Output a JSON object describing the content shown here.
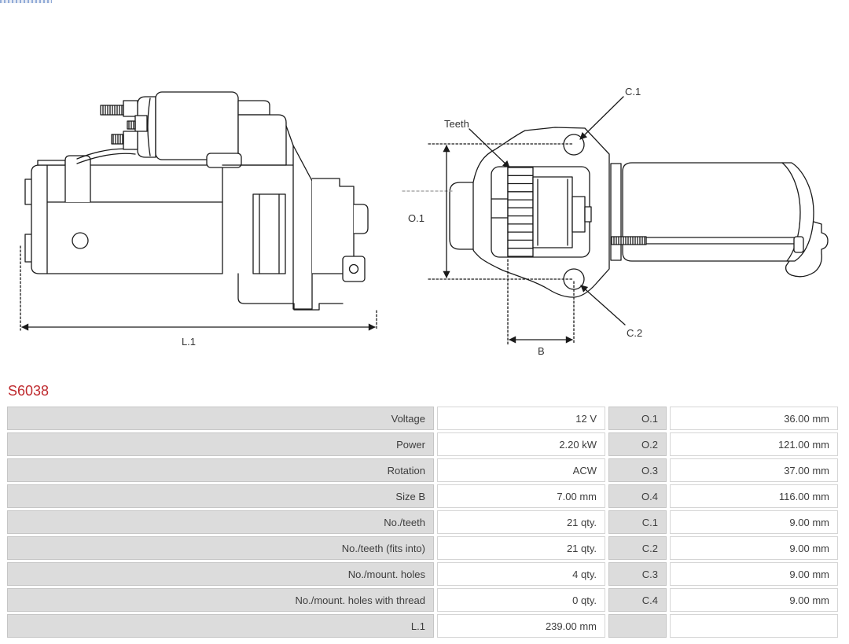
{
  "part_number": "S6038",
  "diagrams": {
    "side_view": {
      "length_label": "L.1"
    },
    "front_view": {
      "teeth_label": "Teeth",
      "hole_top_label": "C.1",
      "hole_bottom_label": "C.2",
      "height_label": "O.1",
      "pinion_width_label": "B"
    }
  },
  "spec_table": {
    "rows": [
      {
        "c1": "Voltage",
        "c2": "12 V",
        "c3": "O.1",
        "c4": "36.00 mm"
      },
      {
        "c1": "Power",
        "c2": "2.20 kW",
        "c3": "O.2",
        "c4": "121.00 mm"
      },
      {
        "c1": "Rotation",
        "c2": "ACW",
        "c3": "O.3",
        "c4": "37.00 mm"
      },
      {
        "c1": "Size B",
        "c2": "7.00 mm",
        "c3": "O.4",
        "c4": "116.00 mm"
      },
      {
        "c1": "No./teeth",
        "c2": "21 qty.",
        "c3": "C.1",
        "c4": "9.00 mm"
      },
      {
        "c1": "No./teeth (fits into)",
        "c2": "21 qty.",
        "c3": "C.2",
        "c4": "9.00 mm"
      },
      {
        "c1": "No./mount. holes",
        "c2": "4 qty.",
        "c3": "C.3",
        "c4": "9.00 mm"
      },
      {
        "c1": "No./mount. holes with thread",
        "c2": "0 qty.",
        "c3": "C.4",
        "c4": "9.00 mm"
      },
      {
        "c1": "L.1",
        "c2": "239.00 mm",
        "c3": "",
        "c4": ""
      }
    ]
  },
  "colors": {
    "part_number_red": "#bf2b2f",
    "row_label_bg": "#dcdcdc",
    "row_border": "#c6c6c6",
    "drawing_line": "#1a1a1a"
  }
}
